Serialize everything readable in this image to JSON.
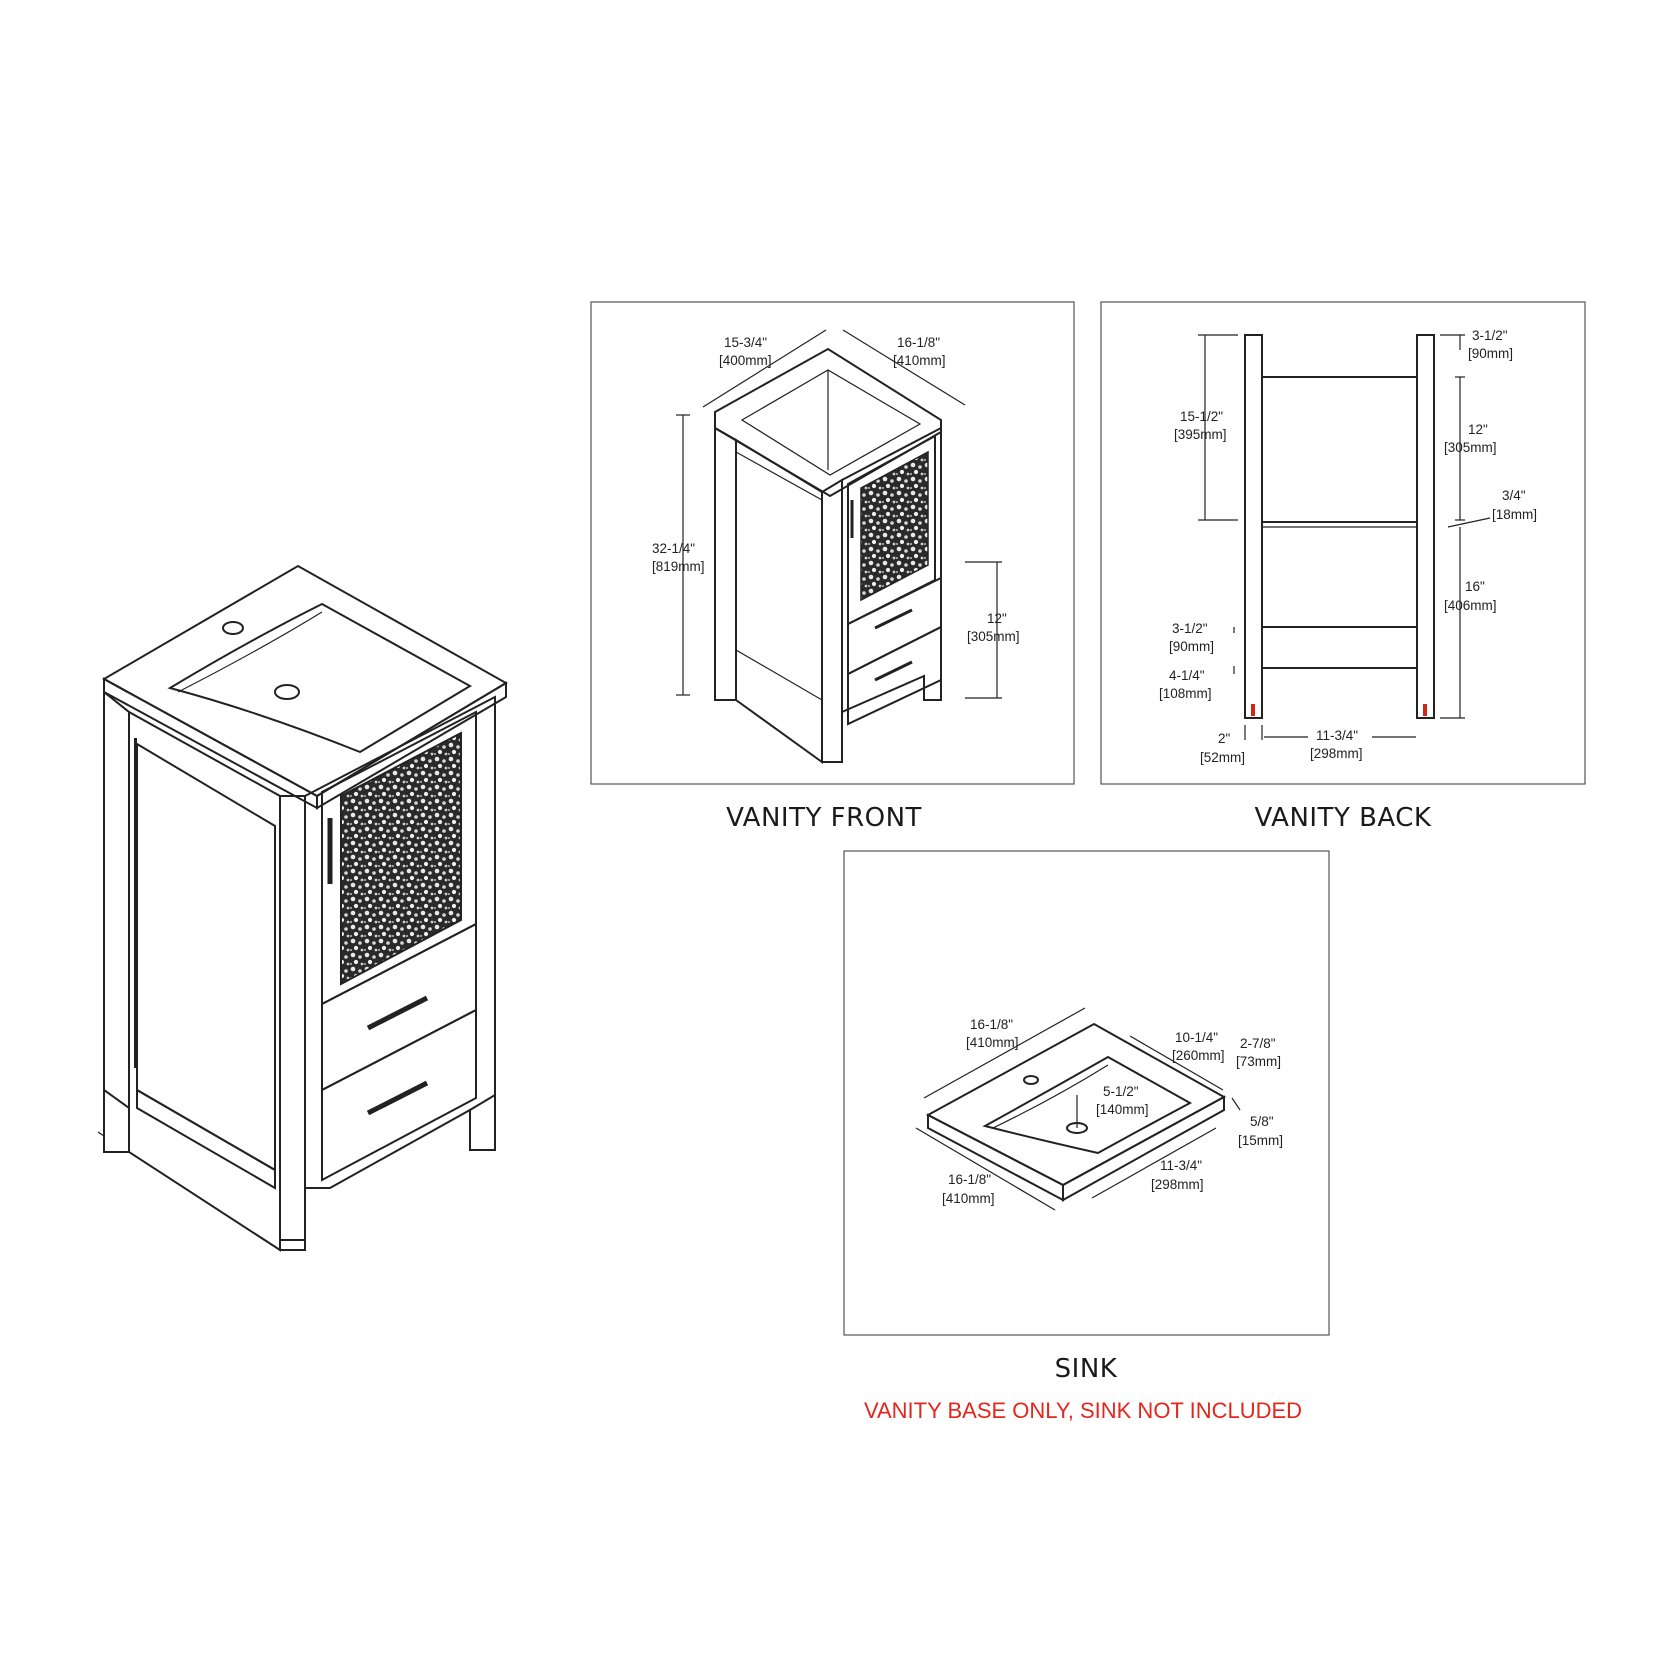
{
  "panels": {
    "vanity_front": {
      "caption": "VANITY FRONT",
      "dims": {
        "width": {
          "in": "15-3/4\"",
          "mm": "[400mm]"
        },
        "depth": {
          "in": "16-1/8\"",
          "mm": "[410mm]"
        },
        "height": {
          "in": "32-1/4\"",
          "mm": "[819mm]"
        },
        "drawer_height": {
          "in": "12\"",
          "mm": "[305mm]"
        }
      }
    },
    "vanity_back": {
      "caption": "VANITY BACK",
      "dims": {
        "top_rail": {
          "in": "3-1/2\"",
          "mm": "[90mm]"
        },
        "upper_opening": {
          "in": "15-1/2\"",
          "mm": "[395mm]"
        },
        "upper_gap": {
          "in": "12\"",
          "mm": "[305mm]"
        },
        "shelf": {
          "in": "3/4\"",
          "mm": "[18mm]"
        },
        "lower_opening": {
          "in": "16\"",
          "mm": "[406mm]"
        },
        "bottom_rail": {
          "in": "3-1/2\"",
          "mm": "[90mm]"
        },
        "leg_height": {
          "in": "4-1/4\"",
          "mm": "[108mm]"
        },
        "leg_width": {
          "in": "2\"",
          "mm": "[52mm]"
        },
        "inner_width": {
          "in": "11-3/4\"",
          "mm": "[298mm]"
        }
      }
    },
    "sink": {
      "caption": "SINK",
      "dims": {
        "top_depth": {
          "in": "16-1/8\"",
          "mm": "[410mm]"
        },
        "bowl_length": {
          "in": "10-1/4\"",
          "mm": "[260mm]"
        },
        "bowl_depth": {
          "in": "2-7/8\"",
          "mm": "[73mm]"
        },
        "drain_offset": {
          "in": "5-1/2\"",
          "mm": "[140mm]"
        },
        "slab_thickness": {
          "in": "5/8\"",
          "mm": "[15mm]"
        },
        "front_width": {
          "in": "16-1/8\"",
          "mm": "[410mm]"
        },
        "bowl_width": {
          "in": "11-3/4\"",
          "mm": "[298mm]"
        }
      }
    }
  },
  "note": "VANITY BASE ONLY, SINK NOT INCLUDED",
  "colors": {
    "note": "#e4261c",
    "line": "#222222",
    "marker": "#d0261c"
  }
}
